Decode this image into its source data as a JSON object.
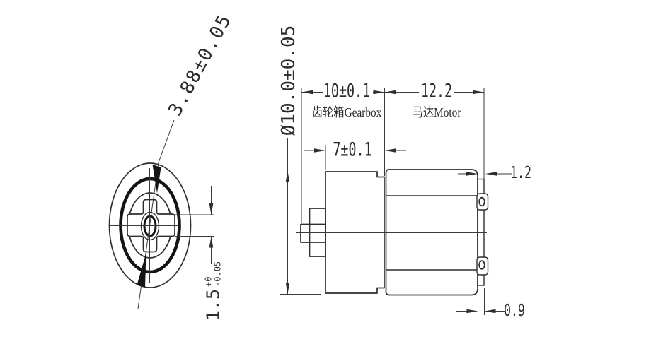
{
  "drawing": {
    "front_view": {
      "dim_cross_width": "3.88±0.05",
      "dim_slot_main": "1.5",
      "dim_slot_tol_upper": "+0",
      "dim_slot_tol_lower": "-0.05"
    },
    "side_view": {
      "dim_body_diameter": "Ø10.0±0.05",
      "dim_gearbox_length": "10±0.1",
      "gearbox_label": "齿轮箱Gearbox",
      "dim_motor_length": "12.2",
      "motor_label": "马达Motor",
      "dim_gearbox_body_length": "7±0.1",
      "dim_terminal_plate": "1.2",
      "dim_endcap_gap": "0.9"
    }
  }
}
